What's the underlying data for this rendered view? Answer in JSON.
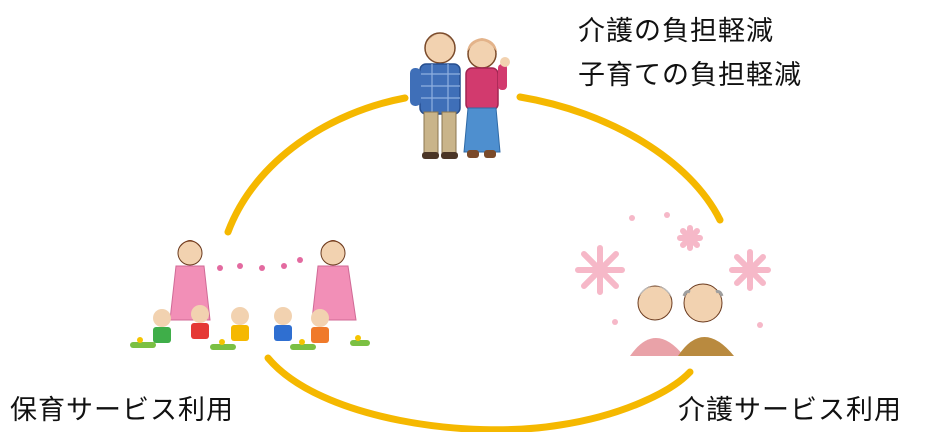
{
  "diagram": {
    "top_text": {
      "line1": "介護の負担軽減",
      "line2": "子育ての負担軽減"
    },
    "left_label": "保育サービス利用",
    "right_label": "介護サービス利用"
  },
  "colors": {
    "cycle_ring": "#F5B800",
    "blossom": "#F6B8C8",
    "text": "#111111"
  },
  "icons": [
    "couple-illustration",
    "childcare-illustration",
    "elderly-couple-illustration",
    "cherry-blossom-icon"
  ]
}
